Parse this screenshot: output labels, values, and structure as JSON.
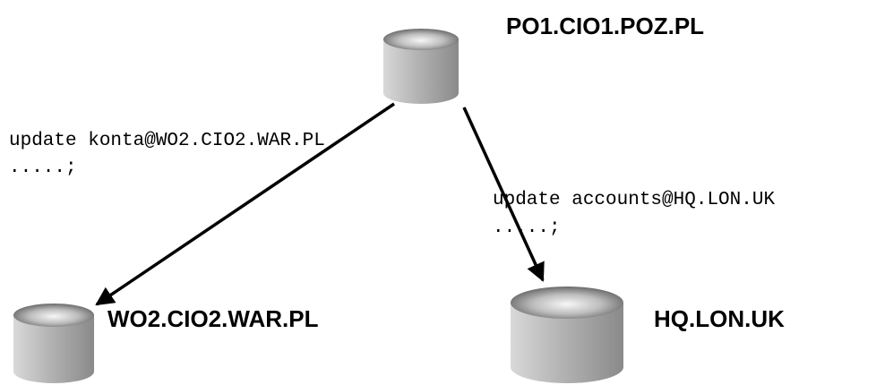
{
  "diagram": {
    "nodes": {
      "source": {
        "label": "PO1.CIO1.POZ.PL"
      },
      "warsaw": {
        "label": "WO2.CIO2.WAR.PL"
      },
      "london": {
        "label": "HQ.LON.UK"
      }
    },
    "statements": {
      "to_warsaw": {
        "line1": "update konta@WO2.CIO2.WAR.PL",
        "line2": ".....;"
      },
      "to_london": {
        "line1": "update accounts@HQ.LON.UK",
        "line2": ".....;"
      }
    },
    "colors": {
      "cylinder_light": "#f4f4f4",
      "cylinder_mid": "#b8b8b8",
      "cylinder_dark": "#6e6e6e",
      "arrow": "#000000"
    }
  }
}
